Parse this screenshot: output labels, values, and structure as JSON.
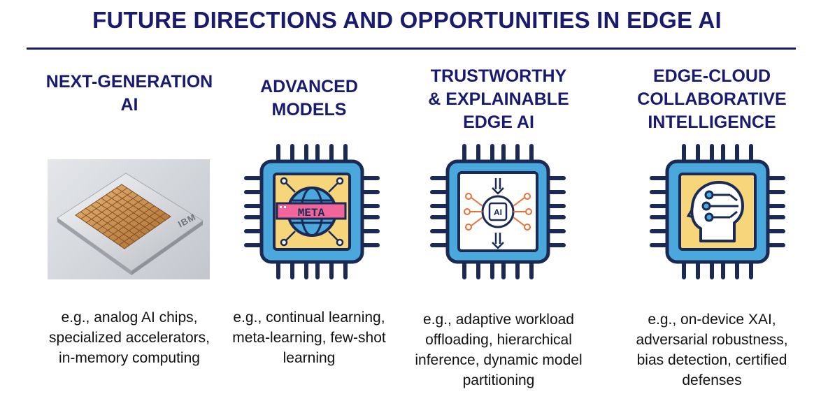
{
  "title": "FUTURE DIRECTIONS AND OPPORTUNITIES IN EDGE AI",
  "columns": [
    {
      "heading": [
        "NEXT-GENERATION",
        "AI"
      ],
      "description": [
        "e.g., analog AI chips,",
        "specialized accelerators,",
        "in-memory computing"
      ],
      "image": "analog-ai-chip-photo",
      "photo_logo": "IBM"
    },
    {
      "heading": [
        "ADVANCED",
        "MODELS"
      ],
      "description": [
        "e.g., continual learning,",
        "meta-learning, few-shot",
        "learning"
      ],
      "image": "meta-globe-chip-icon",
      "icon_label": "META"
    },
    {
      "heading": [
        "TRUSTWORTHY",
        "& EXPLAINABLE",
        "EDGE AI"
      ],
      "description": [
        "e.g., adaptive workload",
        "offloading, hierarchical",
        "inference, dynamic model",
        "partitioning"
      ],
      "image": "ai-offload-chip-icon",
      "icon_label": "AI"
    },
    {
      "heading": [
        "EDGE-CLOUD",
        "COLLABORATIVE",
        "INTELLIGENCE"
      ],
      "description": [
        "e.g., on-device XAI,",
        "adversarial robustness,",
        "bias detection, certified",
        "defenses"
      ],
      "image": "ai-head-chip-icon"
    }
  ],
  "colors": {
    "title": "#1a1a6e",
    "chip_frame": "#1b2a55",
    "chip_blue": "#4aa8dc",
    "chip_core": "#f7d57a",
    "accent_pink": "#f0669a",
    "accent_orange": "#e8703a"
  }
}
